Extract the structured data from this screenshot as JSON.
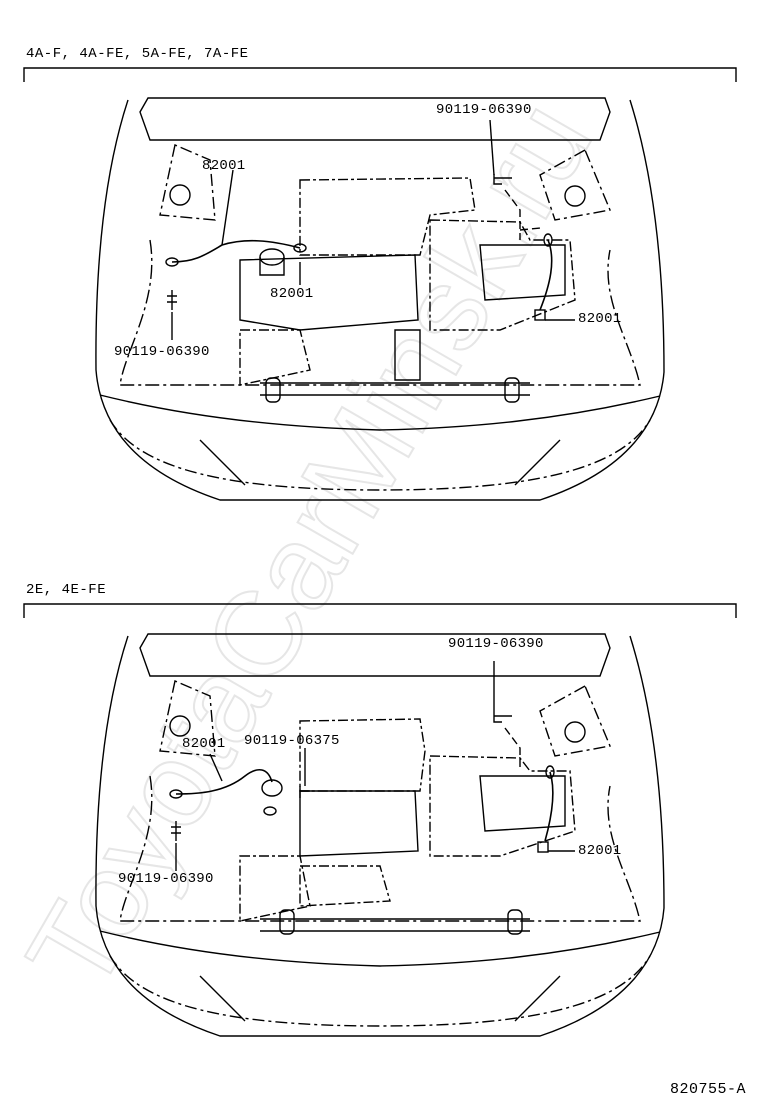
{
  "watermark": "ToyotaCarMinsk.ru",
  "diagram_top": {
    "label": "4A-F, 4A-FE, 5A-FE, 7A-FE",
    "callouts": {
      "bolt_right": "90119-06390",
      "wire_left": "82001",
      "wire_center": "82001",
      "bolt_left": "90119-06390",
      "wire_right": "82001"
    }
  },
  "diagram_bottom": {
    "label": "2E, 4E-FE",
    "callouts": {
      "bolt_right": "90119-06390",
      "wire_left": "82001",
      "bolt_center": "90119-06375",
      "bolt_left": "90119-06390",
      "wire_right": "82001"
    }
  },
  "reference": "820755-A"
}
